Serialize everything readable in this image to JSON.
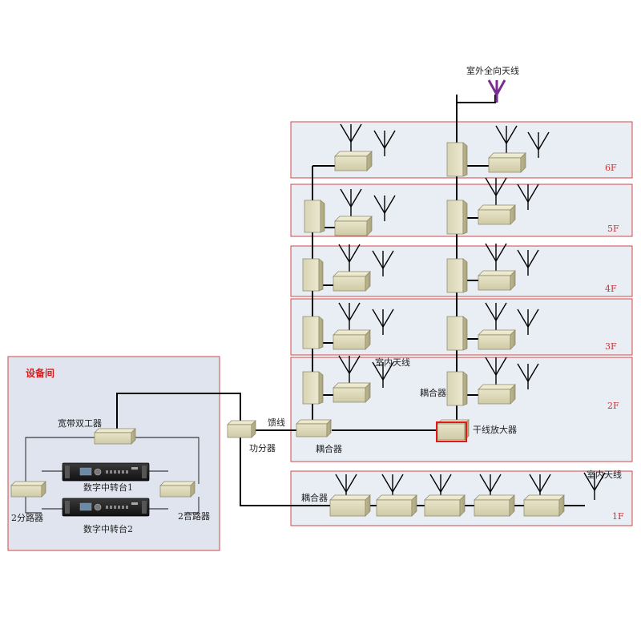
{
  "colors": {
    "floor_border": "#d04848",
    "floor_fill": "#e9edf4",
    "room_fill": "#dfe4ee",
    "line": "#000000",
    "outdoor_antenna": "#7a2e8f",
    "amplifier_border": "#e01818",
    "box_fill": "#e4e0c4"
  },
  "equipment_room": {
    "title": "设备间",
    "duplexer_label": "宽带双工器",
    "repeater_1_label": "数字中转台1",
    "repeater_2_label": "数字中转台2",
    "splitter_label": "2分路器",
    "combiner_label": "2合路器"
  },
  "labels": {
    "power_divider": "功分器",
    "feeder": "馈线",
    "outdoor_antenna": "室外全向天线",
    "indoor_antenna_2f": "室内天线",
    "indoor_antenna_1f": "室内天线",
    "coupler_2f_left": "耦合器",
    "coupler_2f_right": "耦合器",
    "coupler_1f": "耦合器",
    "trunk_amplifier": "干线放大器"
  },
  "floors": [
    "6F",
    "5F",
    "4F",
    "3F",
    "2F",
    "1F"
  ]
}
